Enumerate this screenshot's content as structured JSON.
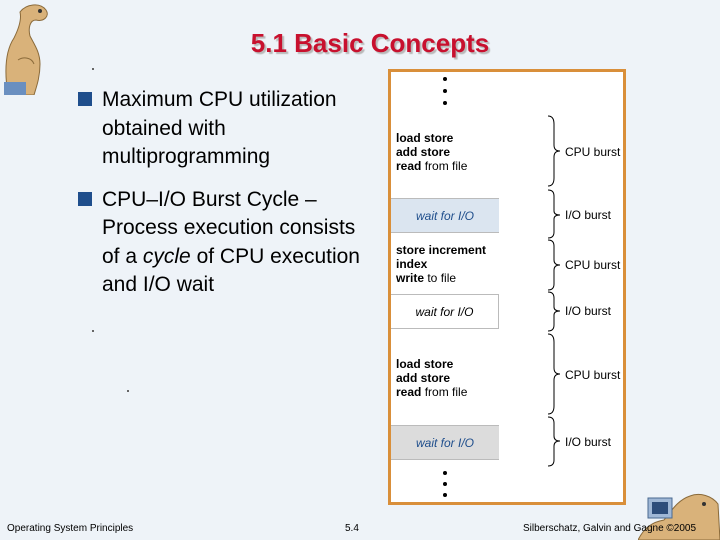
{
  "title": "5.1 Basic Concepts",
  "bullets": [
    {
      "text": "Maximum CPU utilization obtained with multiprogramming"
    },
    {
      "pre": "CPU–I/O Burst Cycle – Process execution consists of a ",
      "em": "cycle",
      "post": " of CPU execution and I/O wait"
    }
  ],
  "diagram": {
    "block1": {
      "line1": "load store",
      "line2": "add store",
      "line3_bold": "read",
      "line3_rest": " from file"
    },
    "io1": "wait for I/O",
    "block2": {
      "line1": "store increment",
      "line2": "index",
      "line3_bold": "write",
      "line3_rest": " to file"
    },
    "io2": "wait for I/O",
    "block3": {
      "line1": "load store",
      "line2": "add store",
      "line3_bold": "read",
      "line3_rest": " from file"
    },
    "io3": "wait for I/O",
    "bursts": [
      "CPU burst",
      "I/O burst",
      "CPU burst",
      "I/O burst",
      "CPU burst",
      "I/O burst"
    ]
  },
  "footer": {
    "left": "Operating System Principles",
    "center": "5.4",
    "right": "Silberschatz, Galvin and Gagne ©2005"
  },
  "colors": {
    "title": "#c8102e",
    "bullet": "#1f4e8c",
    "frame": "#d98f3a",
    "background": "#eef3f8"
  }
}
